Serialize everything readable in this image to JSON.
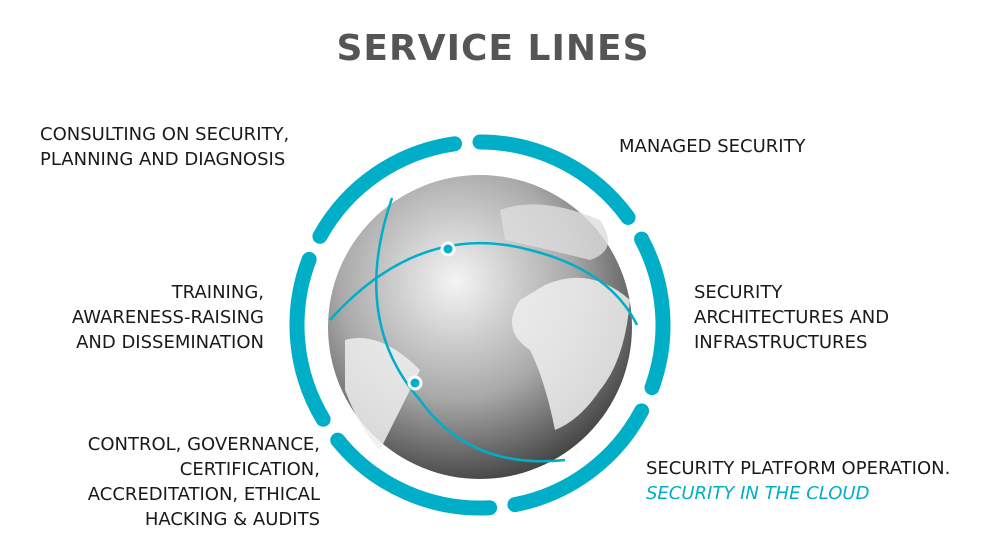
{
  "title": "SERVICE LINES",
  "accent_color": "#00aec7",
  "services": {
    "consulting": [
      "CONSULTING ON SECURITY,",
      "PLANNING AND DIAGNOSIS"
    ],
    "managed": [
      "MANAGED SECURITY"
    ],
    "training": [
      "TRAINING,",
      "AWARENESS-RAISING",
      "AND DISSEMINATION"
    ],
    "architectures": [
      "SECURITY",
      "ARCHITECTURES AND",
      "INFRASTRUCTURES"
    ],
    "control": [
      "CONTROL, GOVERNANCE,",
      "CERTIFICATION,",
      "ACCREDITATION, ETHICAL",
      "HACKING & AUDITS"
    ],
    "platform": [
      "SECURITY PLATFORM OPERATION.",
      "SECURITY IN THE CLOUD"
    ]
  }
}
